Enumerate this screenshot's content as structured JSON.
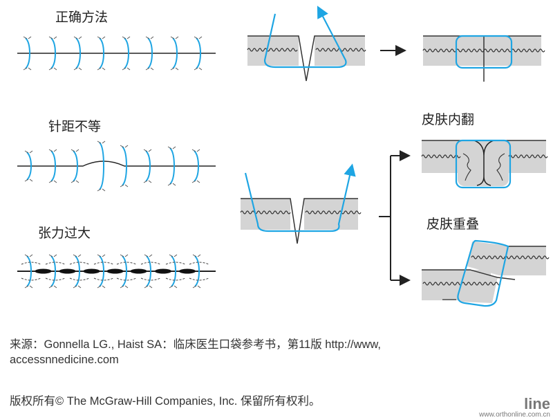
{
  "labels": {
    "correct": "正确方法",
    "unequal_spacing": "针距不等",
    "excess_tension": "张力过大",
    "inversion": "皮肤内翻",
    "overlap": "皮肤重叠"
  },
  "footer": {
    "source_line1": "来源：Gonnella LG., Haist SA：临床医生口袋参考书，第11版   http://www,",
    "source_line2": "accessnnedicine.com",
    "copyright": "版权所有© The McGraw-Hill Companies, Inc. 保留所有权利。"
  },
  "watermark": {
    "logo_text": "line",
    "url": "www.orthonline.com.cn"
  },
  "colors": {
    "suture": "#1ea5e3",
    "skin": "#d4d4d4",
    "line": "#333333"
  }
}
